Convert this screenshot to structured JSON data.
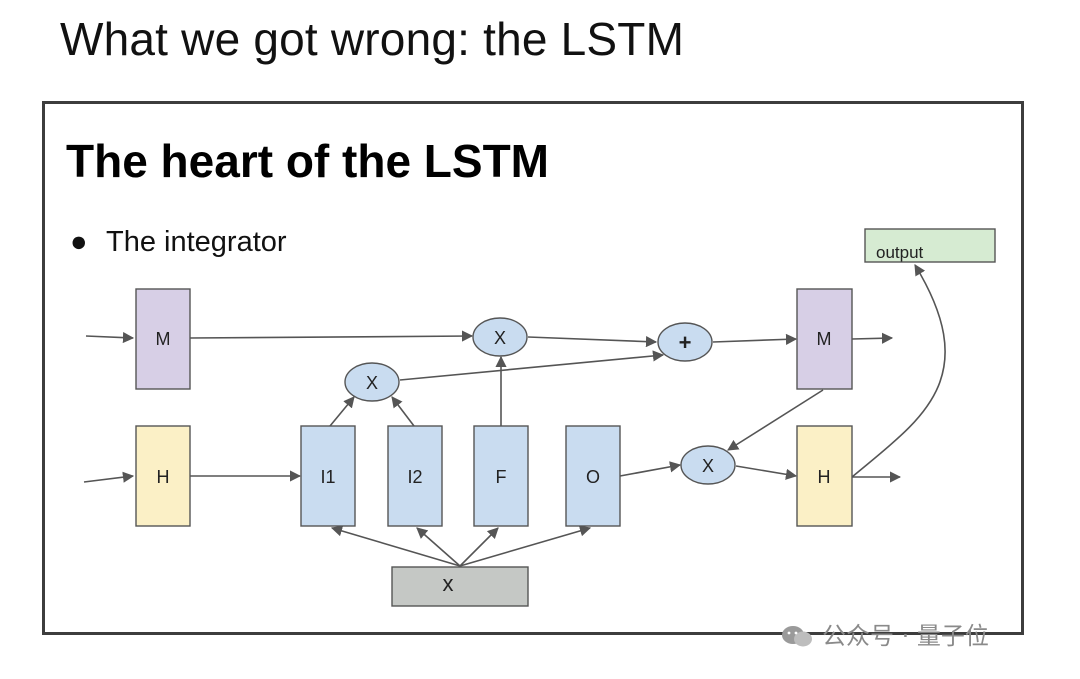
{
  "slide": {
    "title": "What we got wrong:  the LSTM",
    "panel_title": "The heart of the LSTM",
    "bullet": "The integrator"
  },
  "diagram": {
    "nodes": {
      "m_in": "M",
      "h_in": "H",
      "i1": "I1",
      "i2": "I2",
      "f": "F",
      "o": "O",
      "x_input": "x",
      "mult_top": "X",
      "mult_mid": "X",
      "mult_right": "X",
      "plus": "+",
      "m_out": "M",
      "h_out": "H",
      "output": "output"
    },
    "colors": {
      "memory": "#d7cfe6",
      "hidden": "#fbf0c6",
      "gate": "#c9dcf0",
      "input": "#c5c8c5",
      "output": "#d6ebd2",
      "stroke": "#555555"
    }
  },
  "watermark": {
    "text": "公众号 · 量子位",
    "icon": "wechat-icon"
  }
}
